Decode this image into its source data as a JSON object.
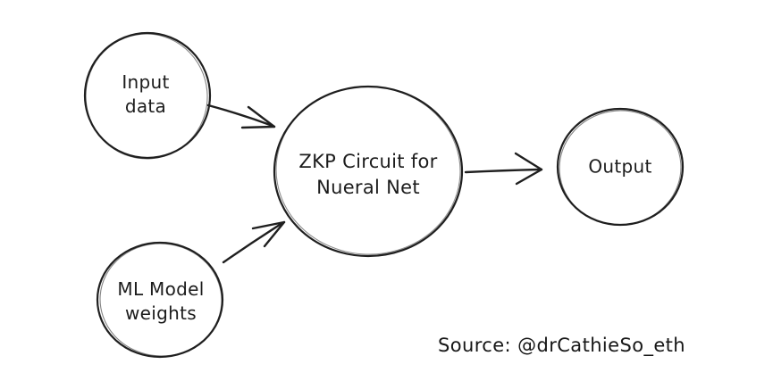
{
  "diagram": {
    "background_color": "#ffffff",
    "stroke_color": "#1f1f1f",
    "nodes": {
      "input_data": {
        "line1": "Input",
        "line2": "data"
      },
      "zkp_circuit": {
        "line1": "ZKP Circuit for",
        "line2": "Nueral Net"
      },
      "output": {
        "line1": "Output"
      },
      "ml_weights": {
        "line1": "ML Model",
        "line2": "weights"
      }
    },
    "edges": [
      {
        "from": "input_data",
        "to": "zkp_circuit"
      },
      {
        "from": "ml_weights",
        "to": "zkp_circuit"
      },
      {
        "from": "zkp_circuit",
        "to": "output"
      }
    ],
    "source_credit": "Source: @drCathieSo_eth"
  }
}
